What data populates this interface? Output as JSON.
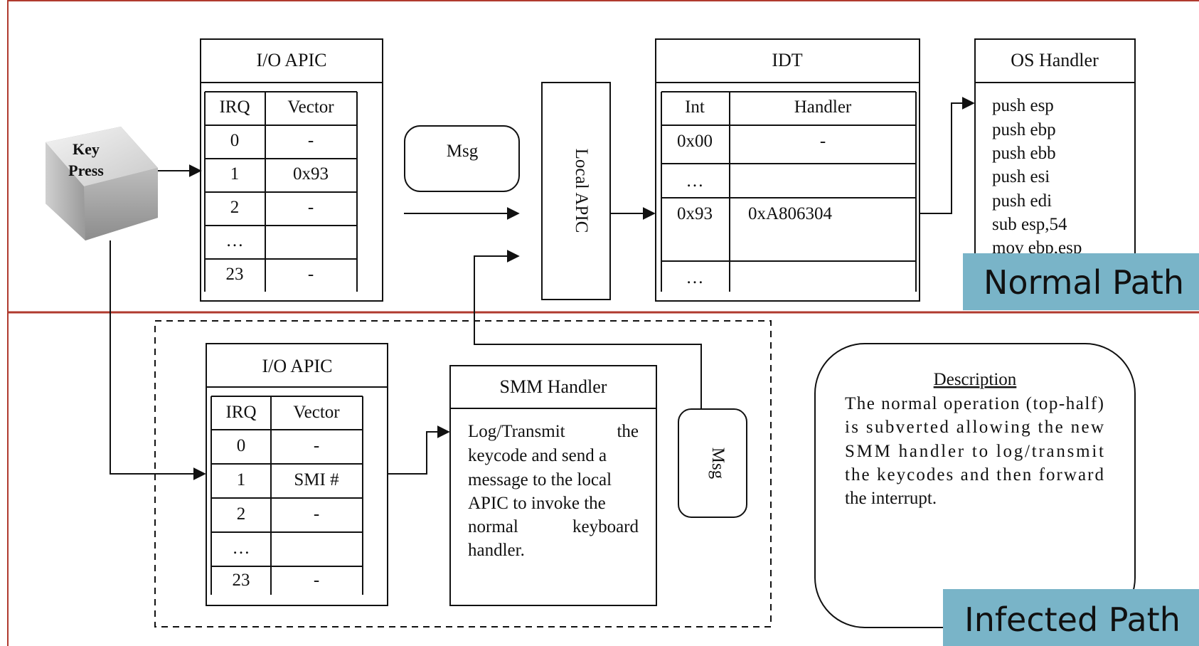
{
  "key_press": {
    "line1": "Key",
    "line2": "Press"
  },
  "top": {
    "io_apic": {
      "title": "I/O APIC",
      "headers": [
        "IRQ",
        "Vector"
      ],
      "rows": [
        [
          "0",
          "-"
        ],
        [
          "1",
          "0x93"
        ],
        [
          "2",
          "-"
        ],
        [
          "…",
          ""
        ],
        [
          "23",
          "-"
        ]
      ]
    },
    "msg": "Msg",
    "local_apic": "Local APIC",
    "idt": {
      "title": "IDT",
      "headers": [
        "Int",
        "Handler"
      ],
      "rows": [
        [
          "0x00",
          "-"
        ],
        [
          "…",
          ""
        ],
        [
          "0x93",
          "0xA806304"
        ],
        [
          "…",
          ""
        ]
      ]
    },
    "os_handler": {
      "title": "OS Handler",
      "lines": [
        "push esp",
        "push ebp",
        "push ebb",
        "push esi",
        "push edi",
        "sub esp,54",
        "mov ebp,esp"
      ]
    },
    "path_label": "Normal Path"
  },
  "bottom": {
    "io_apic": {
      "title": "I/O APIC",
      "headers": [
        "IRQ",
        "Vector"
      ],
      "rows": [
        [
          "0",
          "-"
        ],
        [
          "1",
          "SMI #"
        ],
        [
          "2",
          "-"
        ],
        [
          "…",
          ""
        ],
        [
          "23",
          "-"
        ]
      ]
    },
    "smm_handler": {
      "title": "SMM Handler",
      "lines": [
        [
          "Log/Transmit",
          "the"
        ],
        [
          "keycode and send a"
        ],
        [
          "message to the local"
        ],
        [
          "APIC to invoke the"
        ],
        [
          "normal",
          "keyboard"
        ],
        [
          "handler."
        ]
      ]
    },
    "msg": "Msg",
    "description": {
      "title": "Description",
      "lines": [
        "The normal operation (top-half)",
        "is subverted allowing the new",
        "SMM handler to log/transmit",
        "the keycodes and then forward",
        "the interrupt."
      ]
    },
    "path_label": "Infected Path"
  },
  "colors": {
    "divider": "#b03a2e",
    "path_tag": "#79b4c8",
    "frame": "#111111"
  }
}
